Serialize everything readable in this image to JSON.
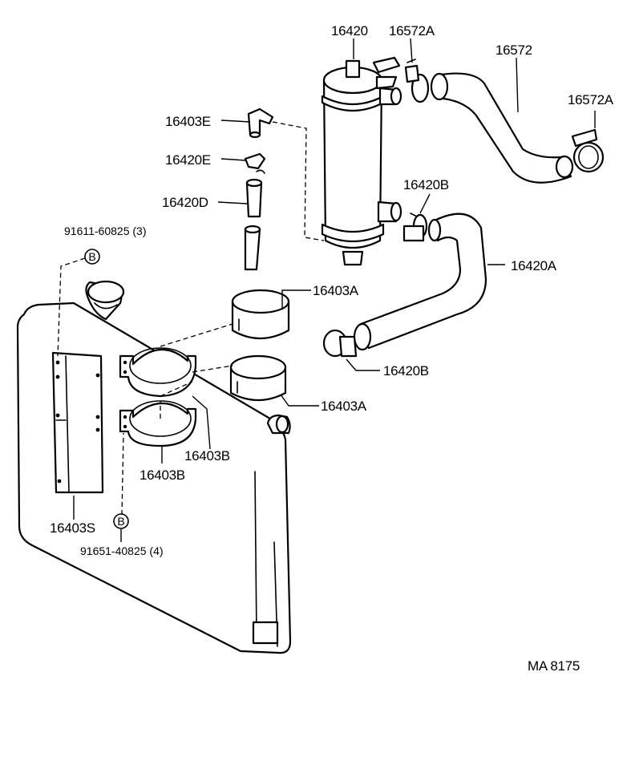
{
  "labels": {
    "p16420": "16420",
    "p16572A_top": "16572A",
    "p16572": "16572",
    "p16572A_right": "16572A",
    "p16403E": "16403E",
    "p16420E": "16420E",
    "p16420D": "16420D",
    "p16420B_top": "16420B",
    "p16420A": "16420A",
    "p91611": "91611-60825 (3)",
    "p16403A_top": "16403A",
    "p16420B_bottom": "16420B",
    "p16403A_mid": "16403A",
    "p16403B_right": "16403B",
    "p16403B_left": "16403B",
    "p16403S": "16403S",
    "p91651": "91651-40825 (4)"
  },
  "bolt_marker": "B",
  "diagram_code": "MA  8175"
}
